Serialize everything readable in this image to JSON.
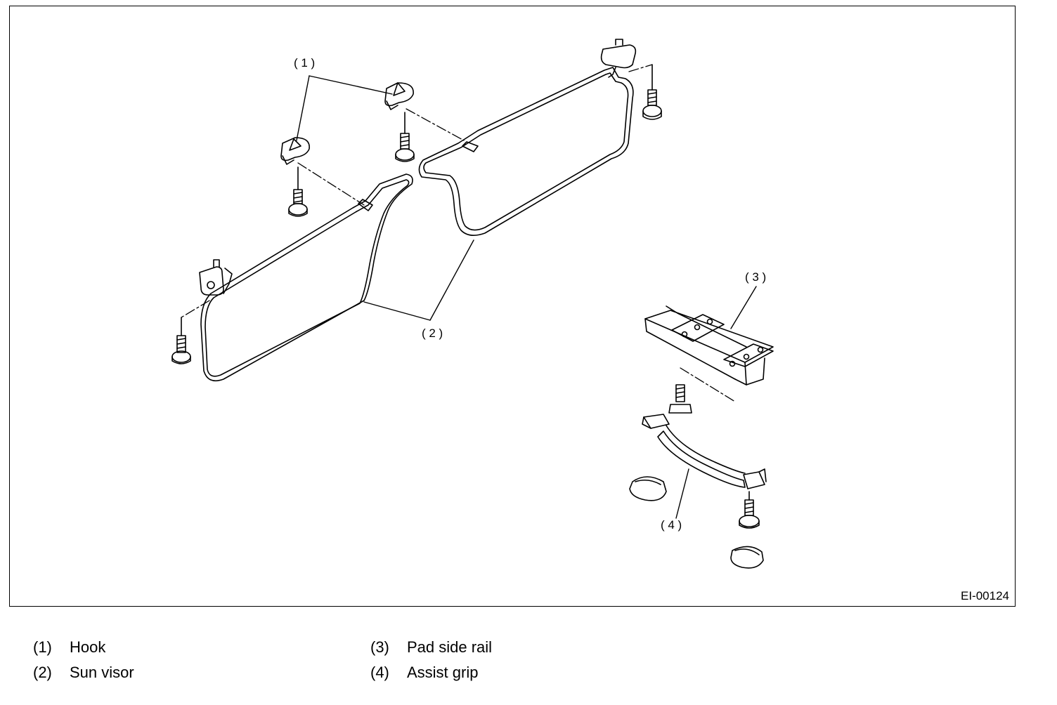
{
  "figure_id": "EI-00124",
  "callouts": {
    "c1": "( 1 )",
    "c2": "( 2 )",
    "c3": "( 3 )",
    "c4": "( 4 )"
  },
  "legend": {
    "left": [
      {
        "num": "(1)",
        "label": "Hook"
      },
      {
        "num": "(2)",
        "label": "Sun visor"
      }
    ],
    "right": [
      {
        "num": "(3)",
        "label": "Pad side rail"
      },
      {
        "num": "(4)",
        "label": "Assist grip"
      }
    ]
  }
}
